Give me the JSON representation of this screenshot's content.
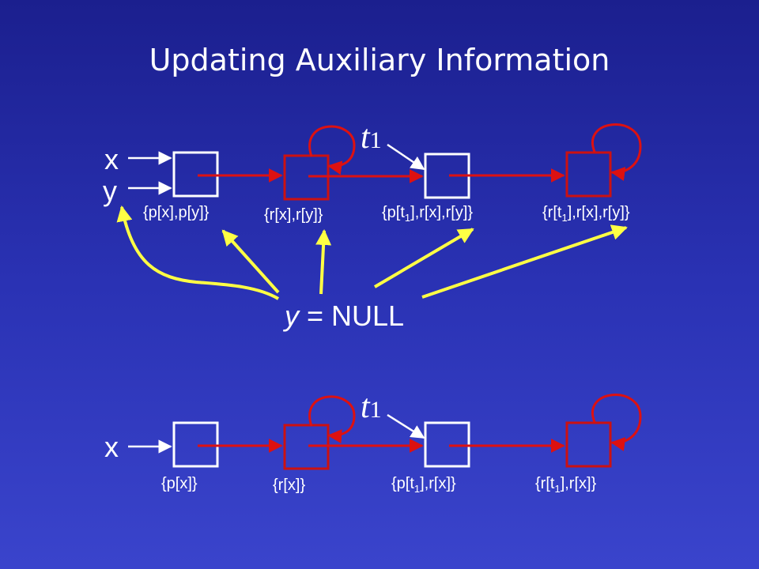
{
  "title": "Updating Auxiliary Information",
  "top": {
    "var_x": "x",
    "var_y": "y",
    "t_symbol": "t",
    "t_sub": "1",
    "labels": [
      {
        "a": "{p[x],p[y]}"
      },
      {
        "a": "{r[x],r[y]}"
      },
      {
        "a": "{p[t",
        "sub": "1",
        "b": "],r[x],r[y]}"
      },
      {
        "a": "{r[t",
        "sub": "1",
        "b": "],r[x],r[y]}"
      }
    ]
  },
  "statement": {
    "var": "y",
    "rest": " = NULL"
  },
  "bottom": {
    "var_x": "x",
    "t_symbol": "t",
    "t_sub": "1",
    "labels": [
      {
        "a": "{p[x]}"
      },
      {
        "a": "{r[x]}"
      },
      {
        "a": "{p[t",
        "sub": "1",
        "b": "],r[x]}"
      },
      {
        "a": "{r[t",
        "sub": "1",
        "b": "],r[x]}"
      }
    ]
  },
  "colors": {
    "node_white": "#ffffff",
    "node_red": "#cc1111",
    "edge": "#dd1111",
    "pointer": "#ffff44"
  }
}
